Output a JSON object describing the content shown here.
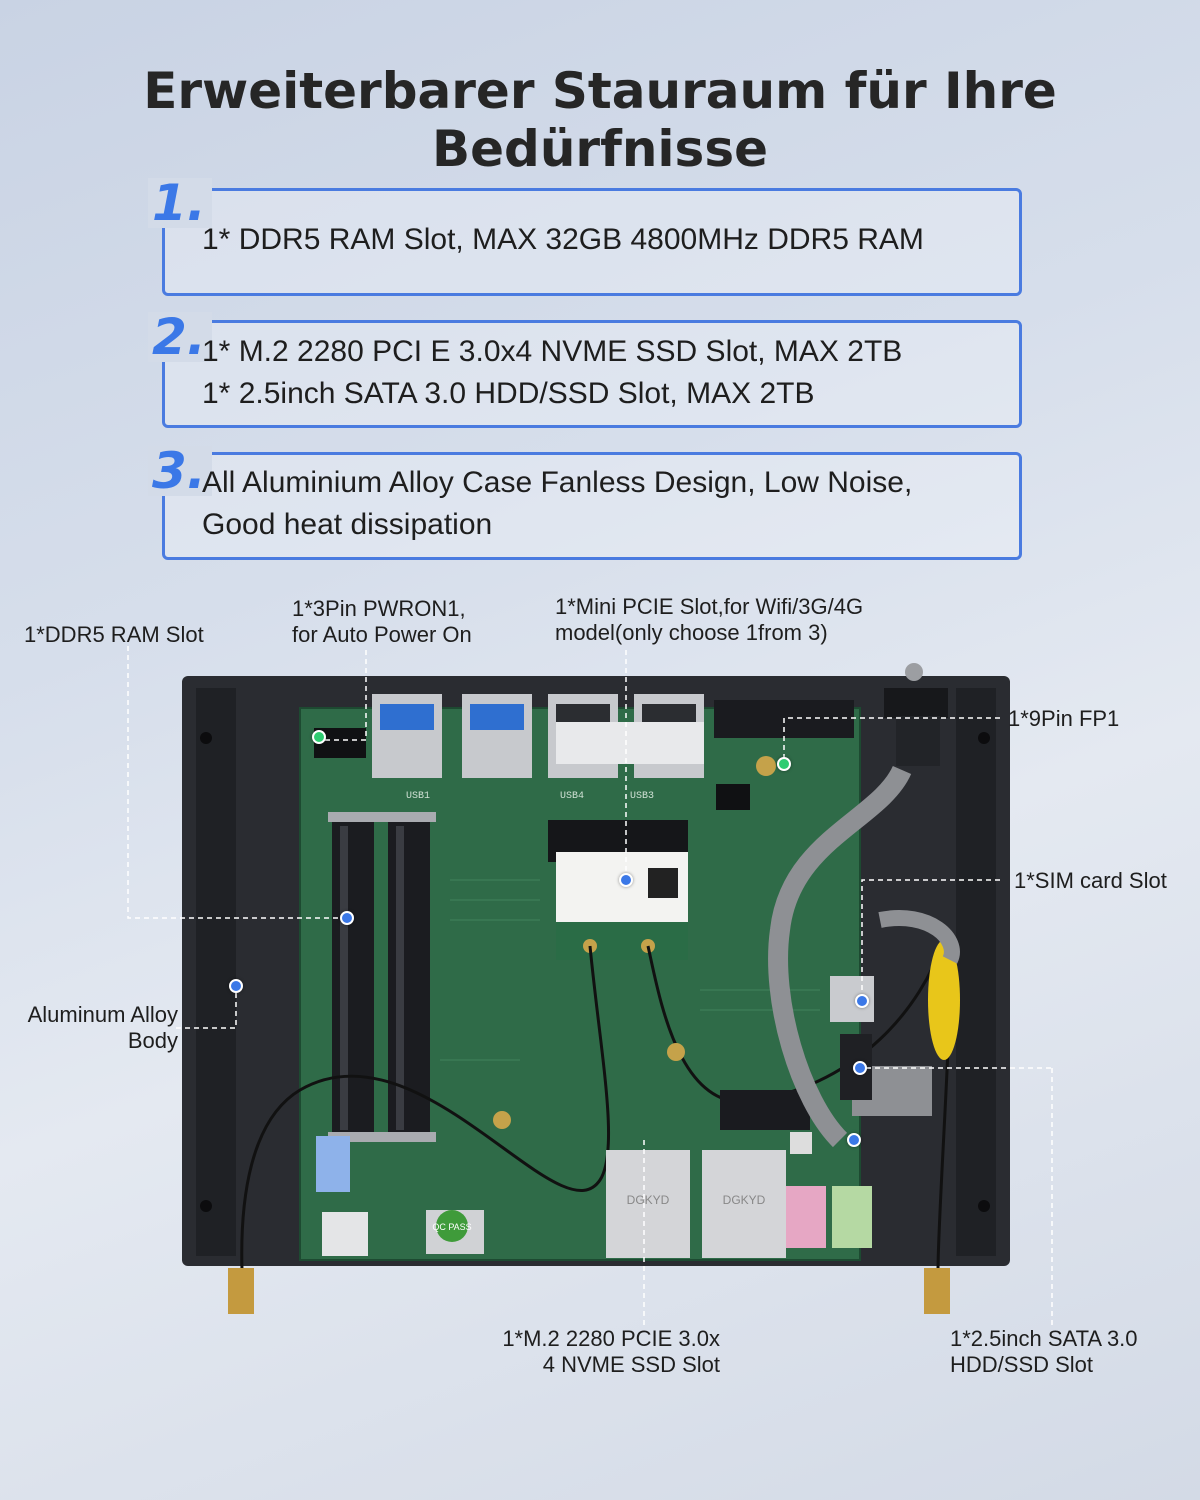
{
  "headline": "Erweiterbarer Stauraum für Ihre Bedürfnisse",
  "features": [
    {
      "number": "1.",
      "text": "1* DDR5 RAM Slot, MAX 32GB 4800MHz DDR5 RAM"
    },
    {
      "number": "2.",
      "text": "1* M.2 2280 PCI E 3.0x4 NVME SSD Slot, MAX 2TB\n1* 2.5inch SATA 3.0 HDD/SSD Slot, MAX 2TB"
    },
    {
      "number": "3.",
      "text": "All Aluminium Alloy Case Fanless Design, Low Noise,\nGood heat dissipation"
    }
  ],
  "callouts": {
    "ram": "1*DDR5 RAM Slot",
    "pwron": "1*3Pin PWRON1,\nfor Auto Power On",
    "minipcie": "1*Mini PCIE Slot,for Wifi/3G/4G\nmodel(only choose 1from 3)",
    "fp1": "1*9Pin FP1",
    "sim": "1*SIM card Slot",
    "body": "Aluminum Alloy\nBody",
    "m2": "1*M.2 2280 PCIE 3.0x\n4 NVME SSD Slot",
    "sata": "1*2.5inch SATA 3.0\nHDD/SSD Slot"
  },
  "board_marks": {
    "usb_labels": [
      "USB1",
      "USB4",
      "USB3"
    ],
    "pass_sticker": "QC PASS",
    "lan_brand": "DGKYD"
  },
  "colors": {
    "accent": "#3b78e7",
    "box_border": "#4a7be0",
    "pcb": "#2f6b48",
    "case": "#2a2c31"
  }
}
